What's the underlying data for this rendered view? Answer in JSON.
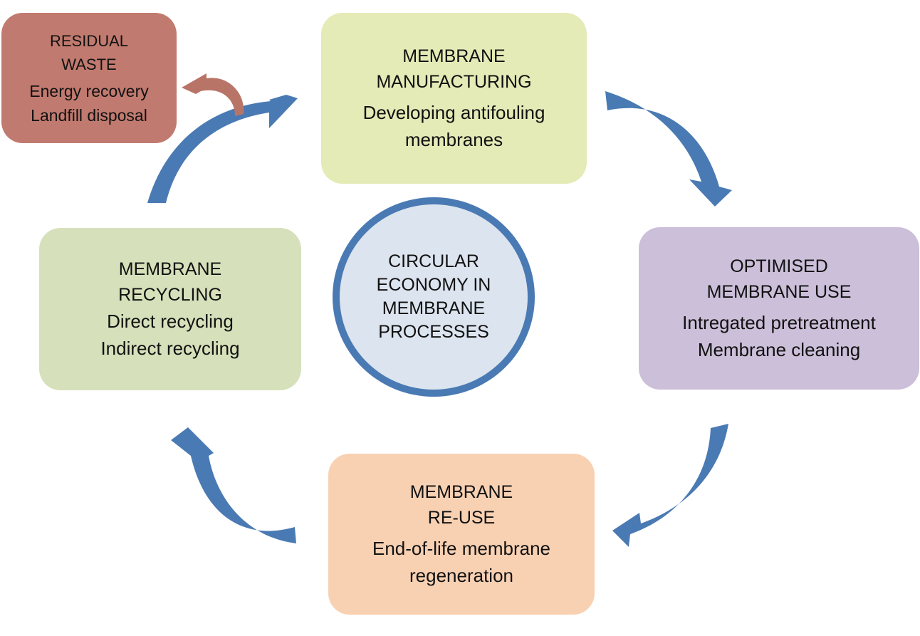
{
  "colors": {
    "arrow_blue": "#4a7ab3",
    "arrow_red": "#b97468",
    "residual_bg": "#c17a6f",
    "manufacturing_bg": "#e4ebb6",
    "optimised_bg": "#ccbfd9",
    "reuse_bg": "#f8d1b3",
    "recycling_bg": "#d6e1bb",
    "center_bg": "#dce4ef"
  },
  "center": {
    "lines": [
      "CIRCULAR",
      "ECONOMY IN",
      "MEMBRANE",
      "PROCESSES"
    ]
  },
  "stages": {
    "residual": {
      "title": [
        "RESIDUAL",
        "WASTE"
      ],
      "items": [
        "Energy recovery",
        "Landfill disposal"
      ]
    },
    "manufacturing": {
      "title": [
        "MEMBRANE",
        "MANUFACTURING"
      ],
      "items": [
        "Developing antifouling",
        "membranes"
      ]
    },
    "optimised": {
      "title": [
        "OPTIMISED",
        "MEMBRANE USE"
      ],
      "items": [
        "Intregated pretreatment",
        "Membrane cleaning"
      ]
    },
    "reuse": {
      "title": [
        "MEMBRANE",
        "RE-USE"
      ],
      "items": [
        "End-of-life membrane",
        "regeneration"
      ]
    },
    "recycling": {
      "title": [
        "MEMBRANE",
        "RECYCLING"
      ],
      "items": [
        "Direct recycling",
        "Indirect recycling"
      ]
    }
  },
  "flow": [
    "MEMBRANE MANUFACTURING",
    "OPTIMISED MEMBRANE USE",
    "MEMBRANE RE-USE",
    "MEMBRANE RECYCLING",
    "MEMBRANE MANUFACTURING"
  ],
  "side_flow": [
    "MEMBRANE RECYCLING",
    "RESIDUAL WASTE"
  ]
}
